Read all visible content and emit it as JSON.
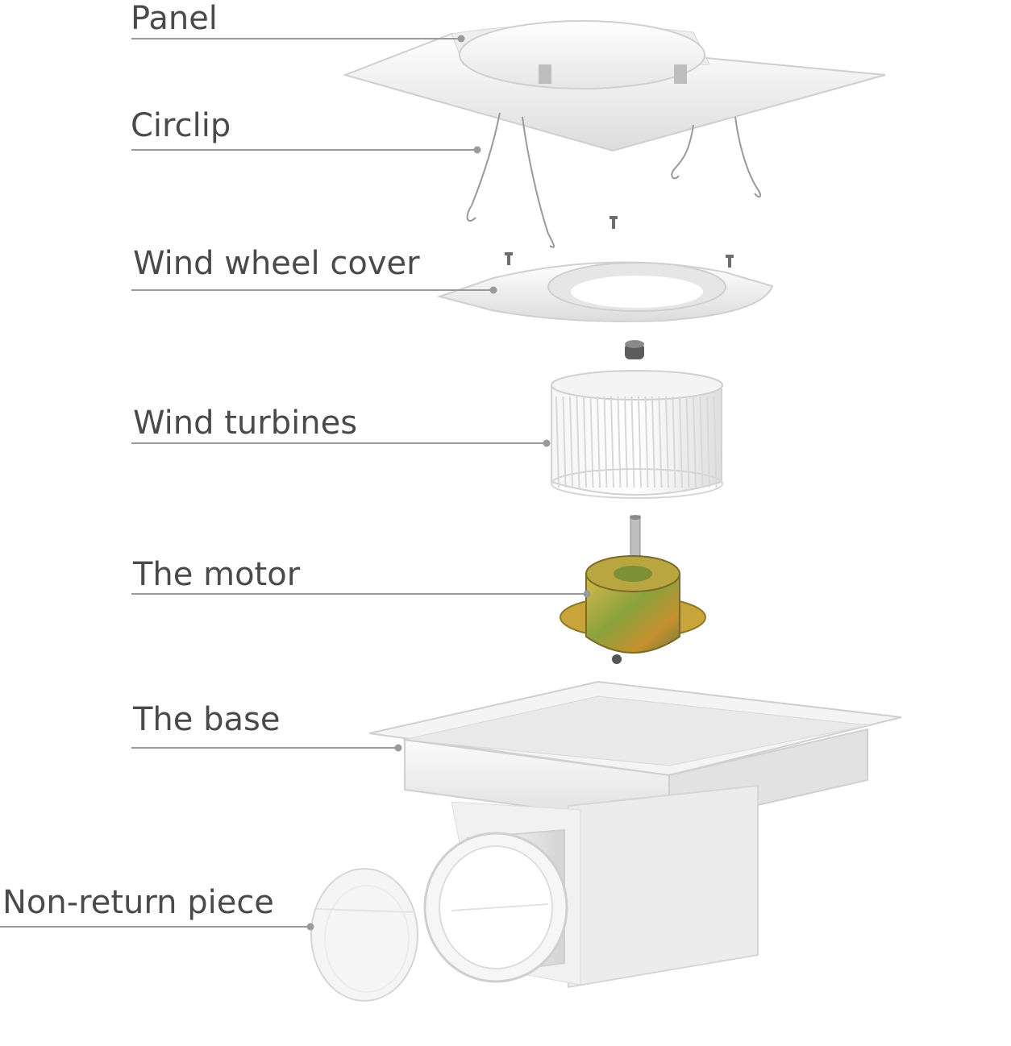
{
  "labels": {
    "panel": "Panel",
    "circlip": "Circlip",
    "wind_wheel_cover": "Wind wheel cover",
    "wind_turbines": "Wind turbines",
    "motor": "The motor",
    "base": "The base",
    "non_return_piece": "Non-return piece"
  },
  "colors": {
    "text": "#4a4a4a",
    "leader_line": "#9a9a9a",
    "part_fill": "#f2f2f2",
    "part_shade": "#d6d6d6",
    "motor_gold": "#c9a43a",
    "motor_green": "#6f8f3a"
  }
}
